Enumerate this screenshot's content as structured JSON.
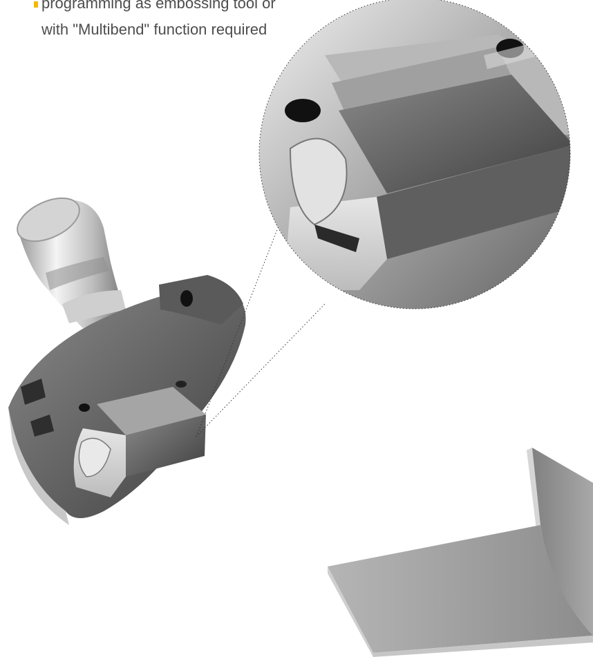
{
  "caption": {
    "lines": [
      "programming as embossing tool or",
      "with \"Multibend\" function required"
    ],
    "bullet_icon": "square-bullet",
    "bullet_color": "#f5b800",
    "text_color": "#4d4d4d"
  },
  "illustration": {
    "tool_icon": "bending-punch-tool",
    "zoom_icon": "magnified-detail-callout",
    "part_icon": "bent-sheet-metal-angle"
  }
}
